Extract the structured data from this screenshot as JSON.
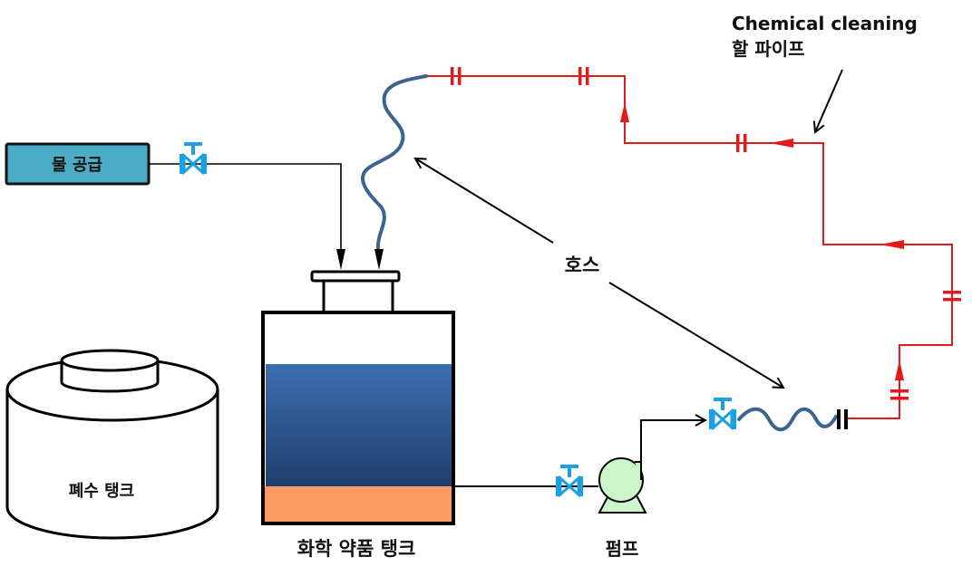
{
  "labels": {
    "water_supply": "물 공급",
    "chemical_tank": "화학 약품 탱크",
    "waste_tank": "폐수 탱크",
    "pump": "펌프",
    "hose": "호스",
    "cleaning_pipe_line1": "Chemical cleaning",
    "cleaning_pipe_line2": "할 파이프"
  },
  "colors": {
    "water_box": "#4bacc6",
    "valve": "#1ba1e2",
    "hose": "#3c6491",
    "pipe_red": "#e31a1c",
    "liquid_top": "#3d6eb0",
    "liquid_bottom": "#1f3f6d",
    "sediment": "#fb9a63",
    "pump_fill": "#ccf5cc"
  },
  "icons": {
    "valve": "gate-valve-icon",
    "pump": "centrifugal-pump-icon",
    "flange": "flange-icon",
    "flow_arrow": "flow-arrow-icon"
  }
}
